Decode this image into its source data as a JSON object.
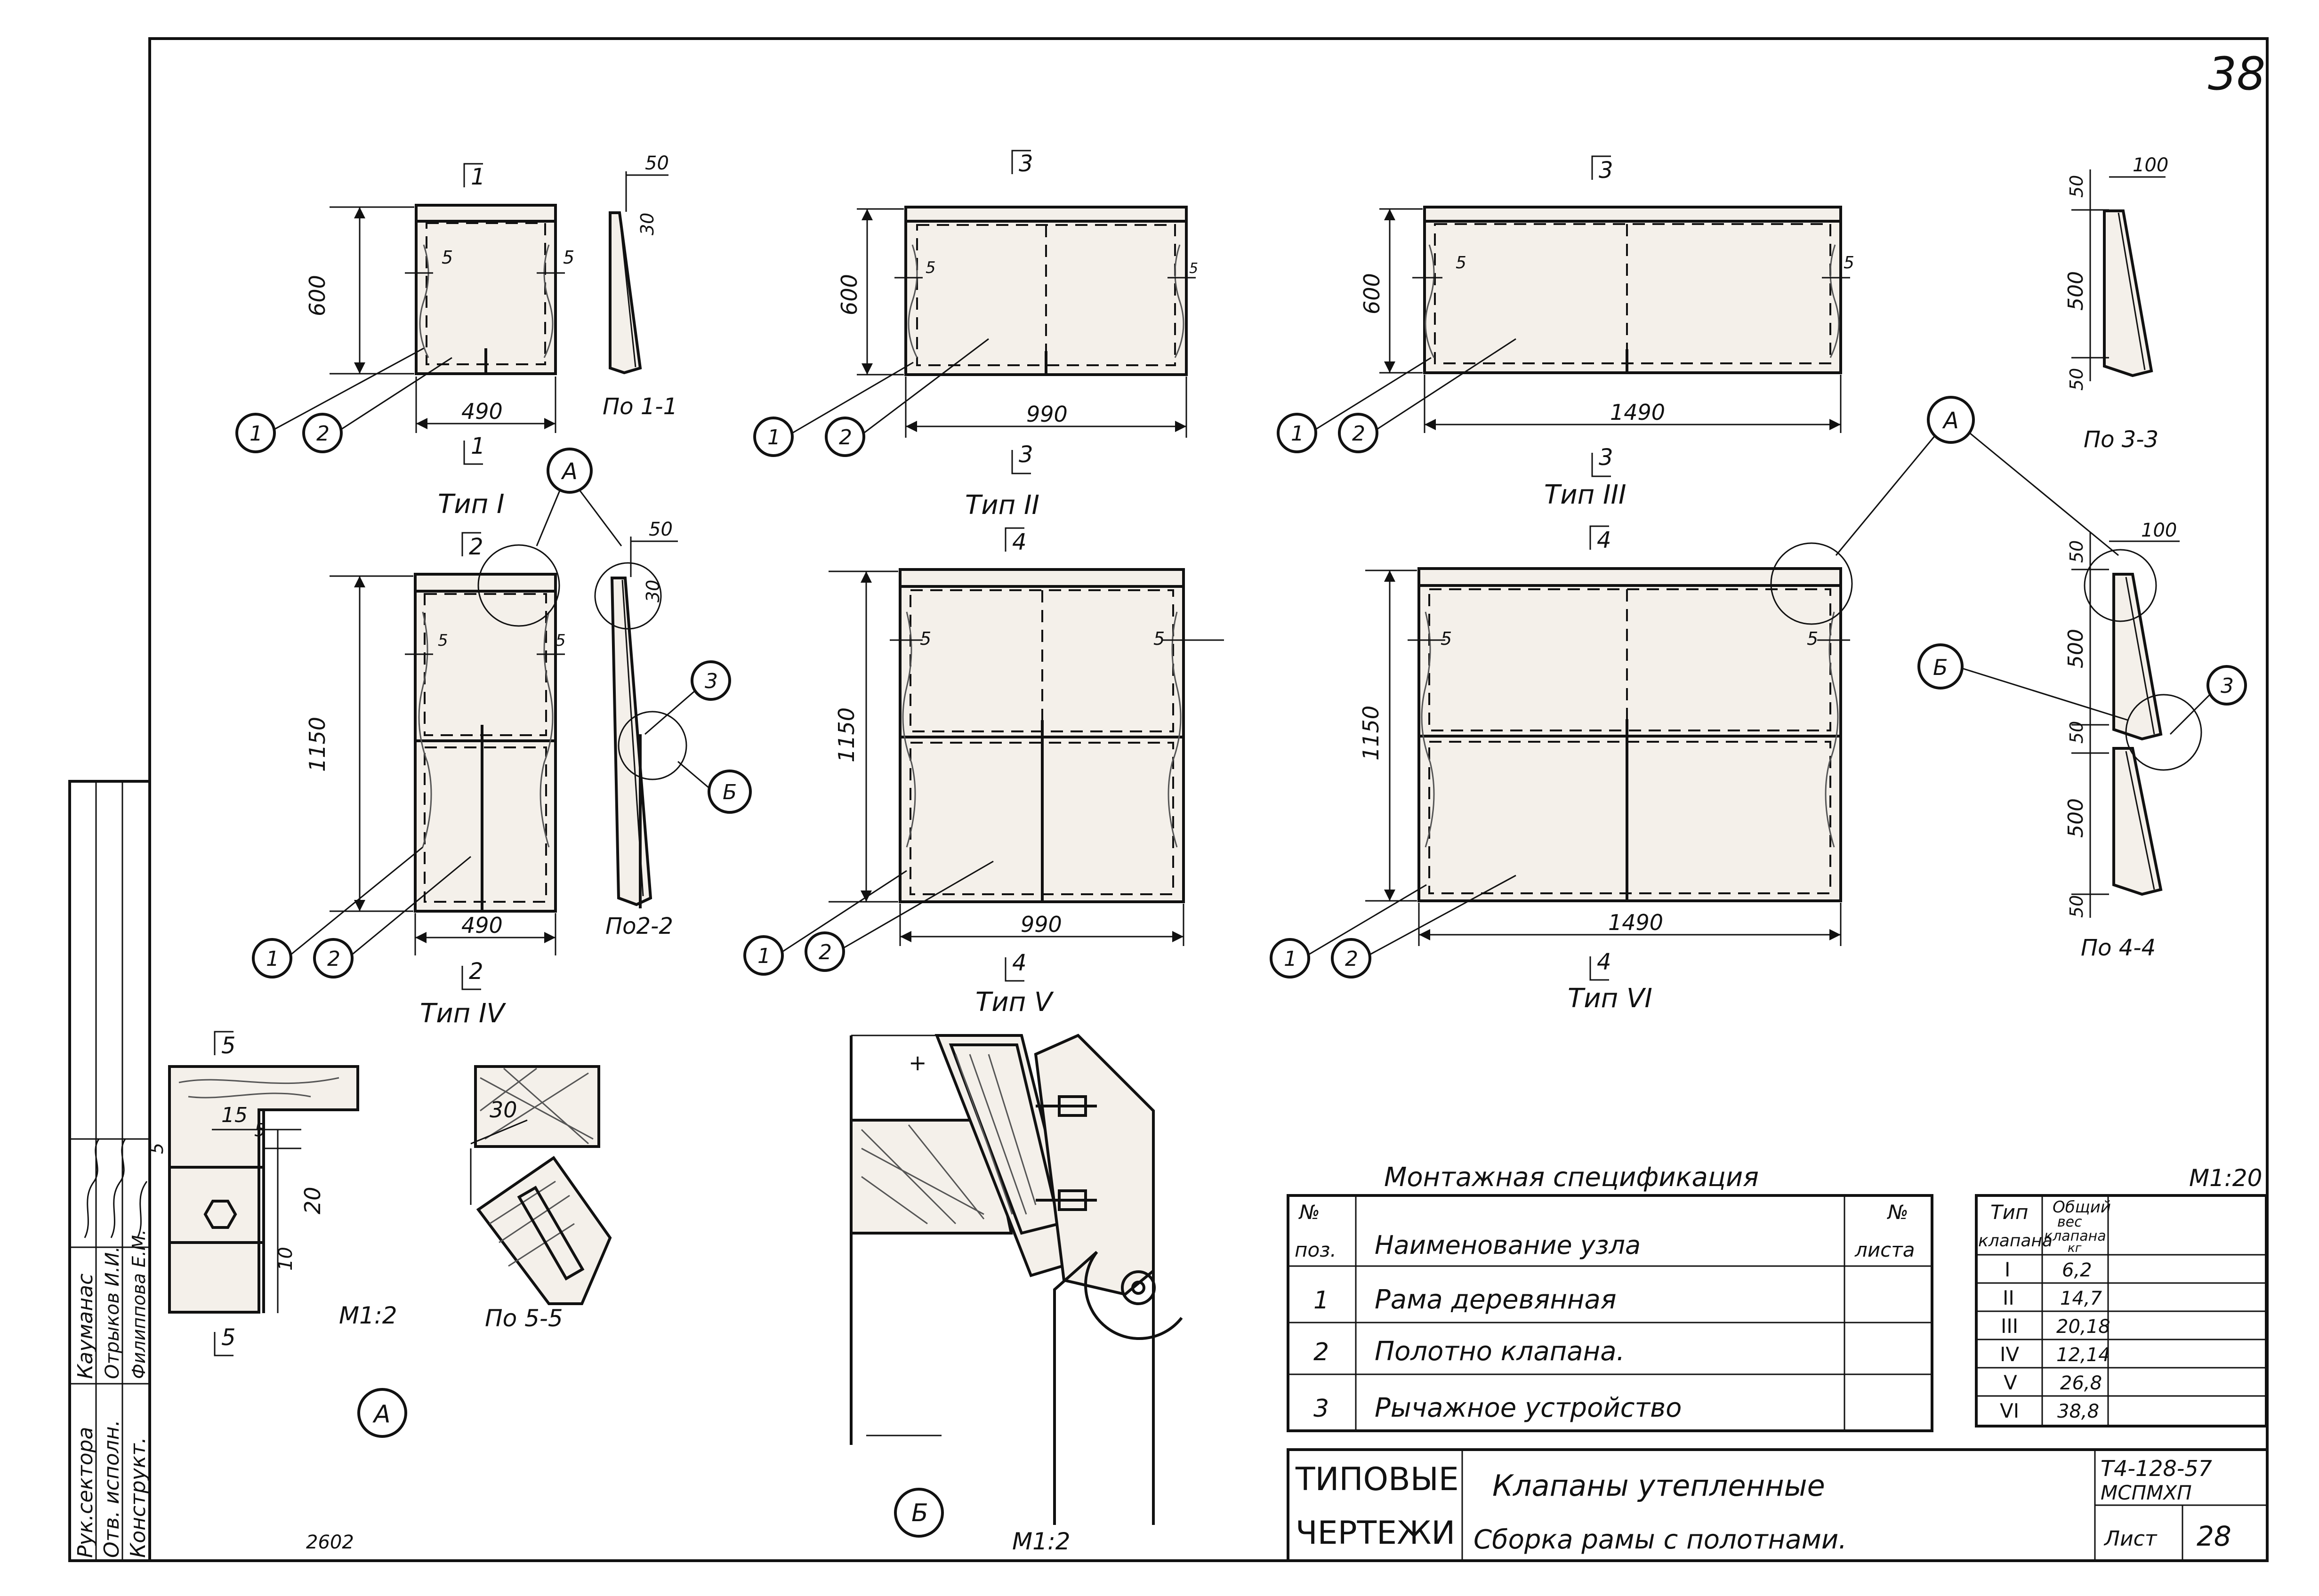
{
  "sheet": {
    "page_number": "38",
    "scale_main": "M1:20",
    "scale_detail_a": "M1:2",
    "scale_detail_b": "M1:2",
    "handwritten_note": "2602"
  },
  "views": {
    "type1": {
      "label": "Тип I",
      "section_top": "1",
      "section_bottom": "1",
      "height": "600",
      "width": "490",
      "gap_left": "5",
      "gap_right": "5",
      "callout_1": "1",
      "callout_2": "2"
    },
    "type2": {
      "label": "Тип II",
      "section_top": "3",
      "section_bottom": "3",
      "height": "600",
      "width": "990",
      "gap_left": "5",
      "gap_right": "5",
      "callout_1": "1",
      "callout_2": "2"
    },
    "type3": {
      "label": "Тип III",
      "section_top": "3",
      "section_bottom": "3",
      "height": "600",
      "width": "1490",
      "gap_left": "5",
      "gap_right": "5",
      "callout_1": "1",
      "callout_2": "2"
    },
    "type4": {
      "label": "Тип IV",
      "section_top": "2",
      "section_bottom": "2",
      "height": "1150",
      "width": "490",
      "gap_left": "5",
      "gap_right": "5",
      "callout_1": "1",
      "callout_2": "2",
      "detail_ref": "А"
    },
    "type5": {
      "label": "Тип V",
      "section_top": "4",
      "section_bottom": "4",
      "height": "1150",
      "width": "990",
      "gap_left": "5",
      "gap_right": "5",
      "callout_1": "1",
      "callout_2": "2"
    },
    "type6": {
      "label": "Тип VI",
      "section_top": "4",
      "section_bottom": "4",
      "height": "1150",
      "width": "1490",
      "gap_left": "5",
      "gap_right": "5",
      "callout_1": "1",
      "callout_2": "2",
      "detail_ref": "А"
    }
  },
  "sections": {
    "s11": {
      "label": "По 1-1",
      "dim_top": "50",
      "dim_side": "30"
    },
    "s22": {
      "label": "По2-2",
      "dim_top": "50",
      "dim_side": "30",
      "callout_3": "3",
      "callout_b": "Б"
    },
    "s33": {
      "label": "По 3-3",
      "dim_top": "100",
      "dim_a": "50",
      "dim_b": "500",
      "dim_c": "50"
    },
    "s44": {
      "label": "По 4-4",
      "dim_top": "100",
      "dim_a": "50",
      "dim_b": "500",
      "dim_c": "50",
      "dim_d": "500",
      "dim_e": "50",
      "callout_3": "3",
      "callout_b": "Б",
      "detail_ref": "А"
    },
    "s55": {
      "label": "По 5-5",
      "dim": "30"
    }
  },
  "detail_a": {
    "ref": "А",
    "section_top": "5",
    "section_bottom": "5",
    "dim_15": "15",
    "dim_5a": "5",
    "dim_5b": "5",
    "dim_20": "20",
    "dim_10": "10"
  },
  "detail_b": {
    "ref": "Б"
  },
  "spec": {
    "title": "Монтажная спецификация",
    "h_pos_1": "№",
    "h_pos_2": "поз.",
    "h_name": "Наименование узла",
    "h_sheet_1": "№",
    "h_sheet_2": "листа",
    "rows": [
      {
        "pos": "1",
        "name": "Рама деревянная",
        "sheet": ""
      },
      {
        "pos": "2",
        "name": "Полотно клапана.",
        "sheet": ""
      },
      {
        "pos": "3",
        "name": "Рычажное устройство",
        "sheet": ""
      }
    ]
  },
  "weights": {
    "h_type_1": "Тип",
    "h_type_2": "клапана",
    "h_weight_1": "Общий",
    "h_weight_2": "вес",
    "h_weight_3": "клапана",
    "h_weight_4": "кг",
    "rows": [
      {
        "type": "I",
        "weight": "6,2"
      },
      {
        "type": "II",
        "weight": "14,7"
      },
      {
        "type": "III",
        "weight": "20,18"
      },
      {
        "type": "IV",
        "weight": "12,14"
      },
      {
        "type": "V",
        "weight": "26,8"
      },
      {
        "type": "VI",
        "weight": "38,8"
      }
    ]
  },
  "title_block": {
    "series_1": "ТИПОВЫЕ",
    "series_2": "ЧЕРТЕЖИ",
    "title_1": "Клапаны утепленные",
    "title_2": "Сборка рамы с полотнами.",
    "code_1": "Т4-128-57",
    "code_2": "МСПМХП",
    "sheet_label": "Лист",
    "sheet_no": "28"
  },
  "signatures": {
    "row1": {
      "role": "Рук.сектора",
      "name": "Кауманас"
    },
    "row2": {
      "role": "Отв. исполн.",
      "name": "Отрыков И.И."
    },
    "row3": {
      "role": "Конструкт.",
      "name": "Филиппова Е.М."
    }
  }
}
